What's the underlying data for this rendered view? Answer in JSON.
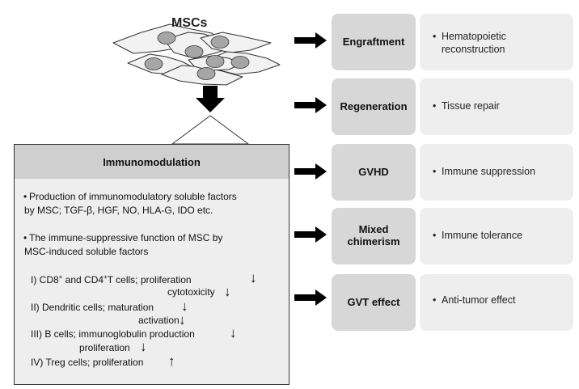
{
  "colors": {
    "arrow": "#000000",
    "outcome_box": "#d7d7d7",
    "effect_box": "#eeeeee",
    "panel_bg": "#eeeeee",
    "panel_header": "#cfcfcf",
    "cell_fill": "#f2f2f2",
    "nucleus_fill": "#a6a6a6"
  },
  "mscs": {
    "title": "MSCs",
    "cell_count": 7
  },
  "outcomes": [
    {
      "label": "Engraftment",
      "effect": "Hematopoietic reconstruction",
      "effect_lines": [
        "Hematopoietic",
        "reconstruction"
      ]
    },
    {
      "label": "Regeneration",
      "effect": "Tissue repair",
      "effect_lines": [
        "Tissue repair"
      ]
    },
    {
      "label": "GVHD",
      "effect": "Immune suppression",
      "effect_lines": [
        "Immune suppression"
      ]
    },
    {
      "label_lines": [
        "Mixed",
        "chimerism"
      ],
      "effect": "Immune tolerance",
      "effect_lines": [
        "Immune tolerance"
      ]
    },
    {
      "label": "GVT effect",
      "effect": "Anti-tumor effect",
      "effect_lines": [
        "Anti-tumor effect"
      ]
    }
  ],
  "bullet": "•",
  "immunomodulation": {
    "title": "Immunomodulation",
    "point1_lines": [
      "Production of immunomodulatory soluble factors",
      "by MSC; TGF-β, HGF, NO, HLA-G, IDO etc."
    ],
    "point2_lines": [
      "The immune-suppressive function of MSC by",
      "MSC-induced soluble factors"
    ],
    "item1": {
      "prefix": "I)  CD8",
      "sup1": "+",
      "mid": " and CD4",
      "sup2": "+",
      "rest": "T cells; proliferation",
      "line2": "cytotoxicity"
    },
    "item2": {
      "line1": "II) Dendritic cells; maturation",
      "line2": "activation"
    },
    "item3": {
      "line1": "III) B cells; immunoglobulin production",
      "line2": "proliferation"
    },
    "item4": {
      "line1": "IV) Treg cells; proliferation"
    },
    "down_arrow": "↓",
    "up_arrow": "↑"
  }
}
